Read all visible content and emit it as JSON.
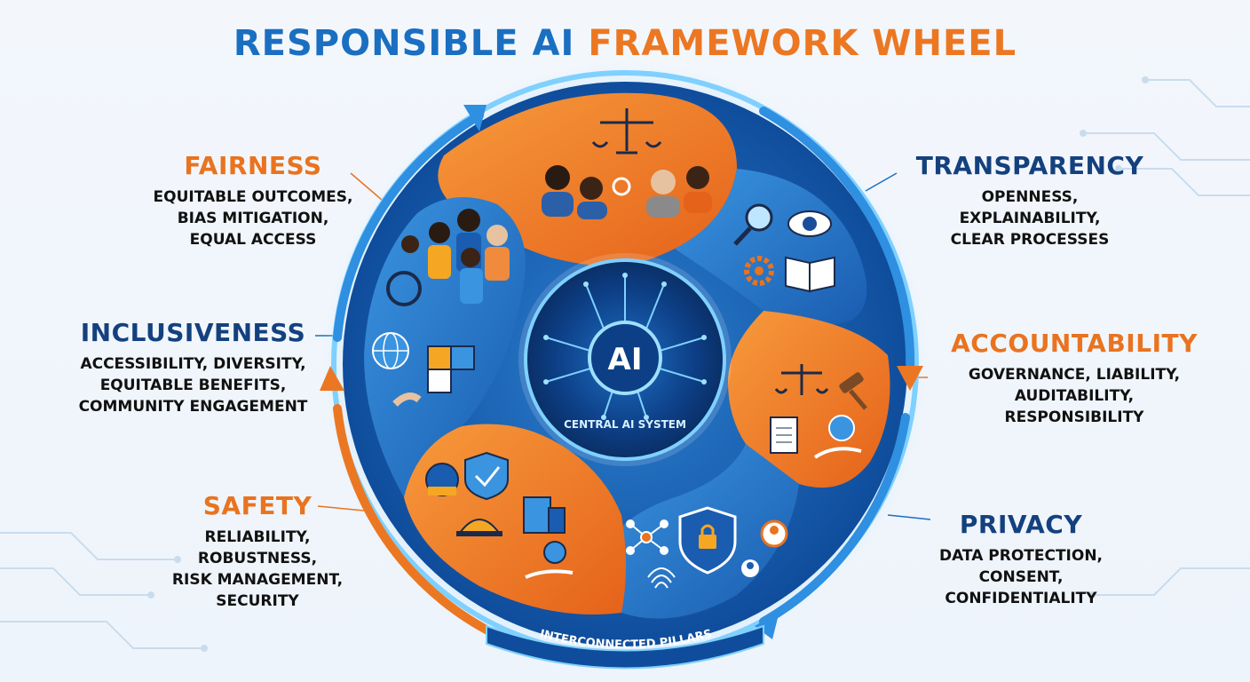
{
  "title": {
    "part1": "RESPONSIBLE AI",
    "part2": "FRAMEWORK WHEEL"
  },
  "center": {
    "badge": "AI",
    "caption": "CENTRAL AI SYSTEM"
  },
  "ring_caption": "INTERCONNECTED PILLARS",
  "pillars": {
    "fairness": {
      "title": "FAIRNESS",
      "lines": [
        "EQUITABLE OUTCOMES,",
        "BIAS MITIGATION,",
        "EQUAL ACCESS"
      ]
    },
    "transparency": {
      "title": "TRANSPARENCY",
      "lines": [
        "OPENNESS,",
        "EXPLAINABILITY,",
        "CLEAR PROCESSES"
      ]
    },
    "inclusiveness": {
      "title": "INCLUSIVENESS",
      "lines": [
        "ACCESSIBILITY, DIVERSITY,",
        "EQUITABLE BENEFITS,",
        "COMMUNITY ENGAGEMENT"
      ]
    },
    "accountability": {
      "title": "ACCOUNTABILITY",
      "lines": [
        "GOVERNANCE, LIABILITY,",
        "AUDITABILITY,",
        "RESPONSIBILITY"
      ]
    },
    "safety": {
      "title": "SAFETY",
      "lines": [
        "RELIABILITY,",
        "ROBUSTNESS,",
        "RISK MANAGEMENT,",
        "SECURITY"
      ]
    },
    "privacy": {
      "title": "PRIVACY",
      "lines": [
        "DATA PROTECTION,",
        "CONSENT,",
        "CONFIDENTIALITY"
      ]
    }
  },
  "colors": {
    "orange": "#ec7722",
    "blue": "#1a6fc1",
    "navy": "#14417e",
    "glow": "#7fd0ff"
  }
}
